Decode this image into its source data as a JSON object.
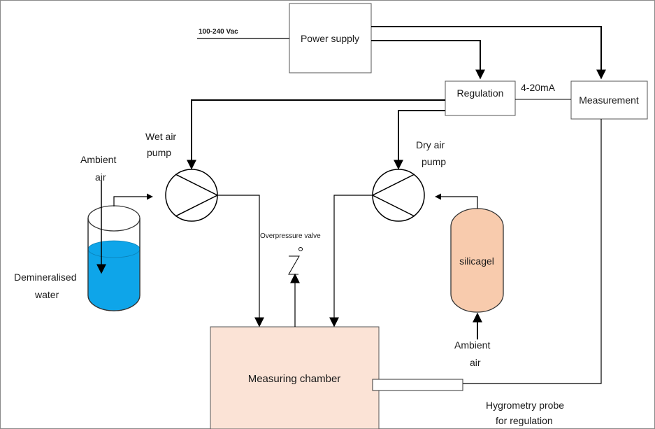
{
  "colors": {
    "line": "#000000",
    "water_blue": "#0ea5e9",
    "silicagel_fill": "#f8cbad",
    "chamber_fill": "#fbe3d6",
    "border": "#8a8a8a"
  },
  "labels": {
    "mains_voltage": "100-240 Vac",
    "power_supply": "Power supply",
    "regulation": "Regulation",
    "measurement": "Measurement",
    "current_loop": "4-20mA",
    "wet_air_pump": [
      "Wet air",
      "pump"
    ],
    "dry_air_pump": [
      "Dry air",
      "pump"
    ],
    "ambient_air_left": [
      "Ambient",
      "air"
    ],
    "ambient_air_right": [
      "Ambient",
      "air"
    ],
    "demineralised_water": [
      "Demineralised",
      "water"
    ],
    "silicagel": "silicagel",
    "overpressure_valve": "Overpressure valve",
    "measuring_chamber": "Measuring chamber",
    "hygrometry_probe": [
      "Hygrometry probe",
      "for regulation"
    ]
  },
  "icons": {
    "pump": "pump-symbol-icon",
    "valve": "overpressure-valve-icon",
    "probe": "hygrometry-probe-icon"
  }
}
